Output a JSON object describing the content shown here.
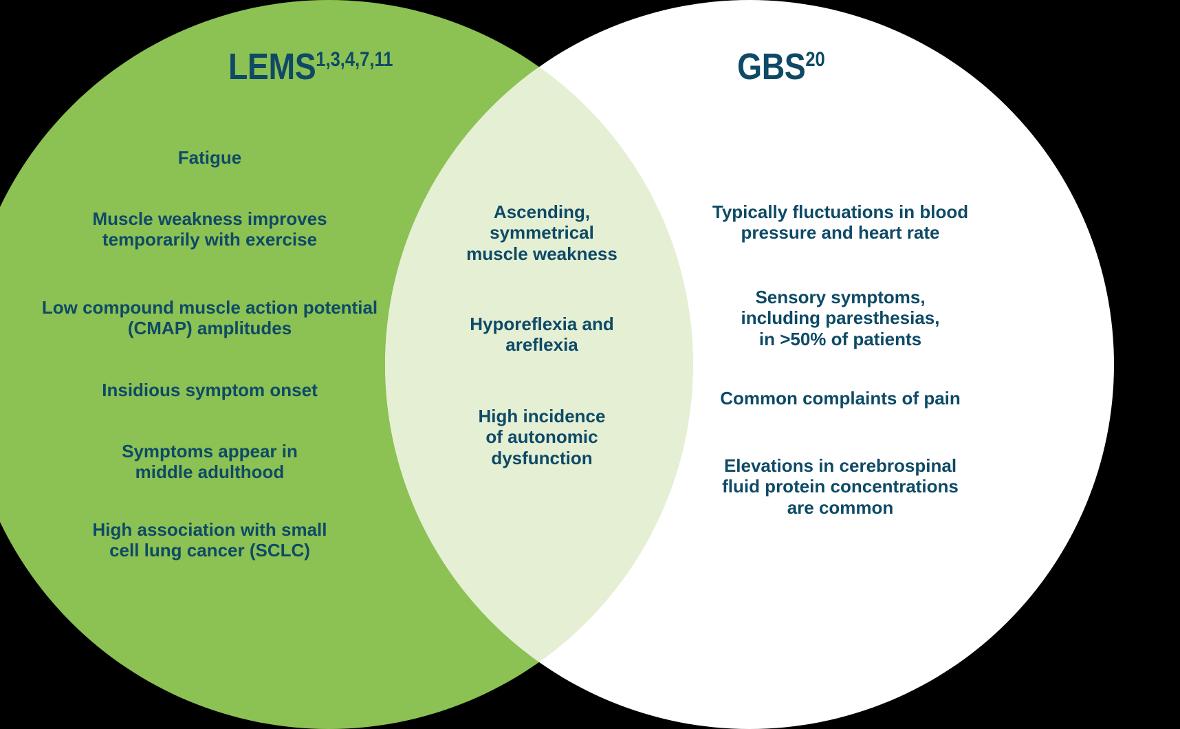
{
  "background_color": "#000000",
  "diagram": {
    "type": "venn",
    "left_circle": {
      "title": "LEMS",
      "title_superscript": "1,3,4,7,11",
      "fill_color": "#8CC153",
      "items": [
        "Fatigue",
        "Muscle weakness improves\ntemporarily with exercise",
        "Low compound muscle action potential\n(CMAP) amplitudes",
        "Insidious symptom onset",
        "Symptoms appear in\nmiddle adulthood",
        "High association with small\ncell lung cancer (SCLC)"
      ]
    },
    "right_circle": {
      "title": "GBS",
      "title_superscript": "20",
      "fill_color": "#FFFFFF",
      "items": [
        "Typically fluctuations in blood\npressure and heart rate",
        "Sensory symptoms,\nincluding paresthesias,\nin >50% of patients",
        "Common complaints of pain",
        "Elevations in cerebrospinal\nfluid protein concentrations\nare common"
      ]
    },
    "overlap": {
      "fill_color": "#E4EFD4",
      "items": [
        "Ascending,\nsymmetrical\nmuscle weakness",
        "Hyporeflexia and\nareflexia",
        "High incidence\nof autonomic\ndysfunction"
      ]
    },
    "text_color": "#0E4A66"
  }
}
